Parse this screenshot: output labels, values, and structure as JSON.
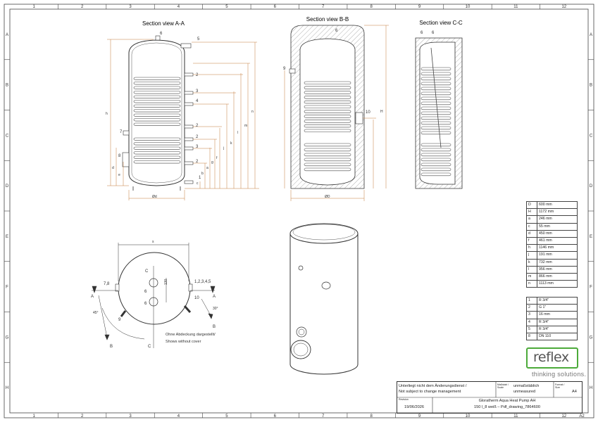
{
  "frame": {
    "columns": [
      "1",
      "2",
      "3",
      "4",
      "5",
      "6",
      "7",
      "8",
      "9",
      "10",
      "11",
      "12"
    ],
    "rows": [
      "A",
      "B",
      "C",
      "D",
      "E",
      "F",
      "G",
      "H"
    ],
    "corner_label": "A2"
  },
  "views": {
    "section_aa": "Section view A-A",
    "section_bb": "Section view B-B",
    "section_cc": "Section view C-C"
  },
  "callouts": {
    "aa": {
      "six": "6",
      "five": "5",
      "two_a": "2",
      "three_a": "3",
      "four": "4",
      "two_b": "2",
      "seven": "7",
      "two_c": "2",
      "three_b": "3",
      "eight": "8",
      "two_d": "2",
      "one": "1"
    },
    "bb": {
      "six": "6",
      "nine": "9",
      "ten": "10"
    },
    "cc": {
      "six_a": "6",
      "six_b": "6"
    }
  },
  "dims": {
    "od": "Ød",
    "od_bb": "ØD",
    "h": "h",
    "H": "H",
    "d": "d",
    "letters_aa": [
      "n",
      "m",
      "l",
      "k",
      "j",
      "f",
      "g",
      "a",
      "b",
      "c"
    ],
    "e": "e"
  },
  "top_view": {
    "s": "s",
    "c": "C",
    "six": "6",
    "dim_130": "130",
    "c_bottom": "C",
    "seven_eight": "7,8",
    "one_to_five": "1,2,3,4,5",
    "a_left": "A",
    "a_right": "A",
    "b_left": "B",
    "b_right": "B",
    "nine": "9",
    "ten": "10",
    "deg_45": "45°",
    "deg_30": "30°",
    "note_de": "Ohne Abdeckung dargestellt/",
    "note_en": "Shows without cover"
  },
  "dimensions_table": [
    {
      "k": "D",
      "v": "600 mm"
    },
    {
      "k": "H",
      "v": "1172 mm"
    },
    {
      "k": "a",
      "v": "246 mm"
    },
    {
      "k": "c",
      "v": "55 mm"
    },
    {
      "k": "d",
      "v": "450 mm"
    },
    {
      "k": "f",
      "v": "461 mm"
    },
    {
      "k": "h",
      "v": "1146 mm"
    },
    {
      "k": "j",
      "v": "191 mm"
    },
    {
      "k": "k",
      "v": "732 mm"
    },
    {
      "k": "l",
      "v": "956 mm"
    },
    {
      "k": "m",
      "v": "866 mm"
    },
    {
      "k": "n",
      "v": "1113 mm"
    }
  ],
  "connections_table": [
    {
      "k": "1",
      "v": "R 3/4\""
    },
    {
      "k": "2",
      "v": "G 1\""
    },
    {
      "k": "3",
      "v": "16 mm"
    },
    {
      "k": "4",
      "v": "R 3/4\""
    },
    {
      "k": "5",
      "v": "R 3/4\""
    },
    {
      "k": "8",
      "v": "DN 110"
    }
  ],
  "brand": {
    "logo": "reflex",
    "tagline": "thinking solutions.",
    "accent": "#4caa3a"
  },
  "title_block": {
    "notice_de": "Unterliegt nicht dem Änderungsdienst /",
    "notice_en": "Not subject to change management",
    "scale_label": "Maßstab / Scale",
    "scale_de": "unmaßstäblich",
    "scale_en": "unmeasured",
    "format_label": "Format / Size",
    "format": "A4",
    "revision_label": "Revision",
    "date": "19/06/2026",
    "product": "Gloratherm Aqua Heat Pump AH",
    "file": "150 l_8 weiß – Pdf_drawing_7864600"
  }
}
